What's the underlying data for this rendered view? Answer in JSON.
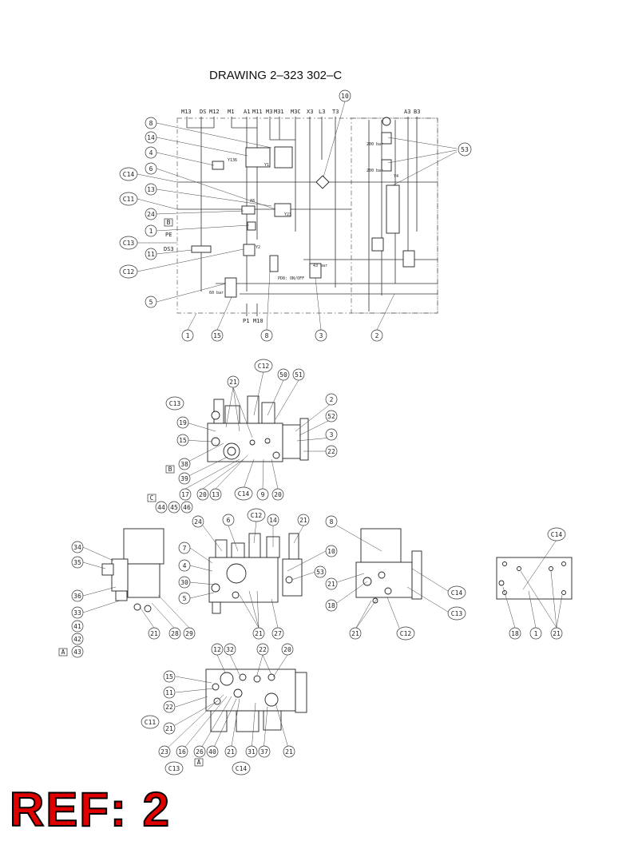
{
  "drawing_title": "DRAWING 2–323 302–C",
  "schematic": {
    "ports_top": [
      "M13",
      "DS",
      "M12",
      "M1",
      "A1",
      "M11",
      "M3",
      "M31",
      "M3C",
      "X3",
      "L3",
      "T3",
      "A3",
      "B3"
    ],
    "ports_bottom": [
      "P1",
      "M10"
    ],
    "inline_labels": [
      "Y136",
      "Y1",
      "A8",
      "Y23",
      "PE",
      "DS3",
      "Y2",
      "Y4",
      "200 bar",
      "200 bar",
      "43 bar",
      "60 bar",
      "PD8: ON/OFF"
    ],
    "callouts_left": [
      "8",
      "14",
      "4",
      "C14",
      "6",
      "13",
      "C11",
      "24",
      "1",
      "B",
      "C13",
      "11",
      "C12",
      "5"
    ],
    "callouts_bottom": [
      "1",
      "15",
      "8",
      "3",
      "2"
    ],
    "callouts_right": [
      "10",
      "53"
    ]
  },
  "view_b": {
    "callouts": [
      "21",
      "C12",
      "50",
      "51",
      "2",
      "52",
      "3",
      "22",
      "C13",
      "19",
      "15",
      "38",
      "39",
      "B",
      "17",
      "20",
      "13",
      "C14",
      "9",
      "20",
      "C",
      "44",
      "45",
      "46"
    ]
  },
  "view_a": {
    "callouts": [
      "34",
      "35",
      "36",
      "33",
      "41",
      "42",
      "43",
      "A",
      "21",
      "28",
      "29"
    ]
  },
  "view_front": {
    "callouts": [
      "24",
      "6",
      "C12",
      "14",
      "21",
      "7",
      "4",
      "30",
      "5",
      "10",
      "53",
      "21",
      "27"
    ]
  },
  "view_side": {
    "callouts": [
      "8",
      "21",
      "18",
      "C14",
      "C13",
      "21",
      "C12"
    ]
  },
  "view_plate": {
    "callouts": [
      "C14",
      "18",
      "1",
      "21"
    ]
  },
  "view_bottom": {
    "callouts": [
      "12",
      "32",
      "22",
      "20",
      "15",
      "11",
      "22",
      "C11",
      "21",
      "23",
      "16",
      "26",
      "40",
      "21",
      "31",
      "37",
      "21",
      "C13",
      "A",
      "C14"
    ]
  },
  "reference_label": "REF: 2",
  "colors": {
    "ref_text": "#e00000",
    "line": "#333333",
    "background": "#ffffff"
  }
}
